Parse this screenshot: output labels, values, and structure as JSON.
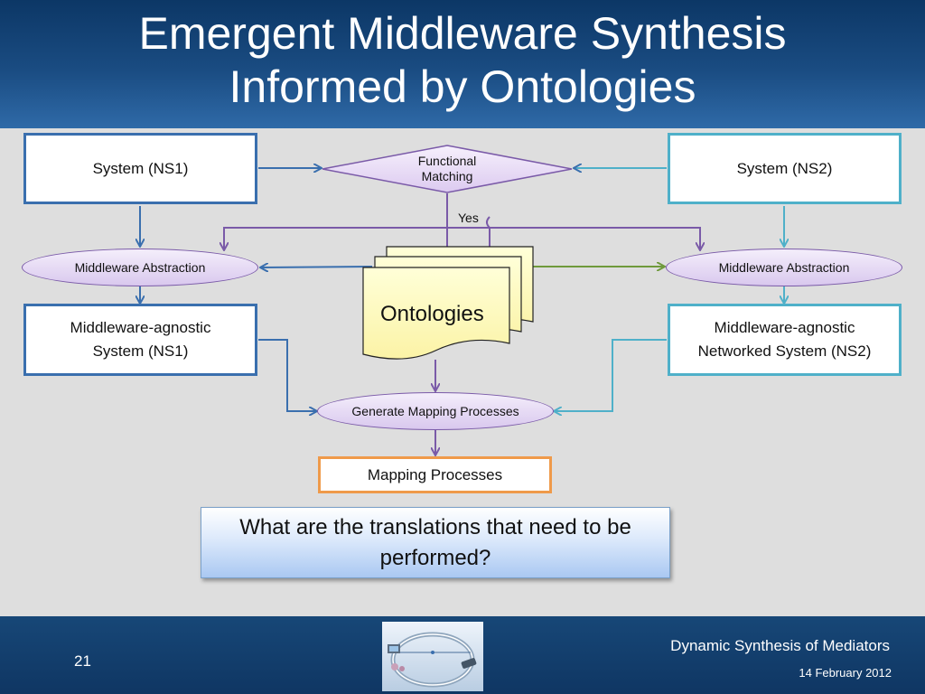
{
  "slide": {
    "title_line1": "Emergent Middleware Synthesis",
    "title_line2": "Informed by Ontologies",
    "page_number": "21",
    "footer_title": "Dynamic Synthesis of Mediators",
    "footer_date": "14 February 2012"
  },
  "diagram": {
    "system_ns1": "System (NS1)",
    "system_ns2": "System (NS2)",
    "functional_matching_line1": "Functional",
    "functional_matching_line2": "Matching",
    "yes_label": "Yes",
    "middleware_abstraction_left": "Middleware Abstraction",
    "middleware_abstraction_right": "Middleware Abstraction",
    "ontologies": "Ontologies",
    "agnostic_ns1_line1": "Middleware-agnostic",
    "agnostic_ns1_line2": "System (NS1)",
    "agnostic_ns2_line1": "Middleware-agnostic",
    "agnostic_ns2_line2": "Networked System (NS2)",
    "generate_mapping": "Generate Mapping Processes",
    "mapping_processes": "Mapping Processes",
    "question": "What are the translations that need to be performed?"
  },
  "colors": {
    "dark_blue": "#3a6fae",
    "cyan": "#4fb0c9",
    "purple": "#7a5aa8",
    "green": "#6f9a3c",
    "orange": "#ef9a4a"
  }
}
